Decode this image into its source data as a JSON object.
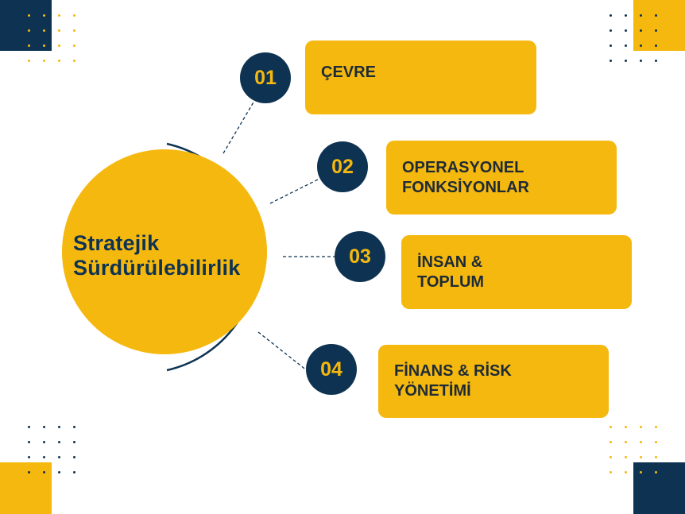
{
  "center": {
    "title_lines": [
      "Stratejik",
      "Sürdürülebilirlik"
    ]
  },
  "steps": [
    {
      "number": "01",
      "lines": [
        "ÇEVRE"
      ]
    },
    {
      "number": "02",
      "lines": [
        "OPERASYONEL",
        "FONKSİYONLAR"
      ]
    },
    {
      "number": "03",
      "lines": [
        "İNSAN &",
        "TOPLUM"
      ]
    },
    {
      "number": "04",
      "lines": [
        "FİNANS & RİSK",
        "YÖNETİMİ"
      ]
    }
  ],
  "colors": {
    "navy": "#0E3352",
    "gold": "#F5B80F",
    "text": "#1E2B36",
    "background": "#FFFFFF"
  }
}
